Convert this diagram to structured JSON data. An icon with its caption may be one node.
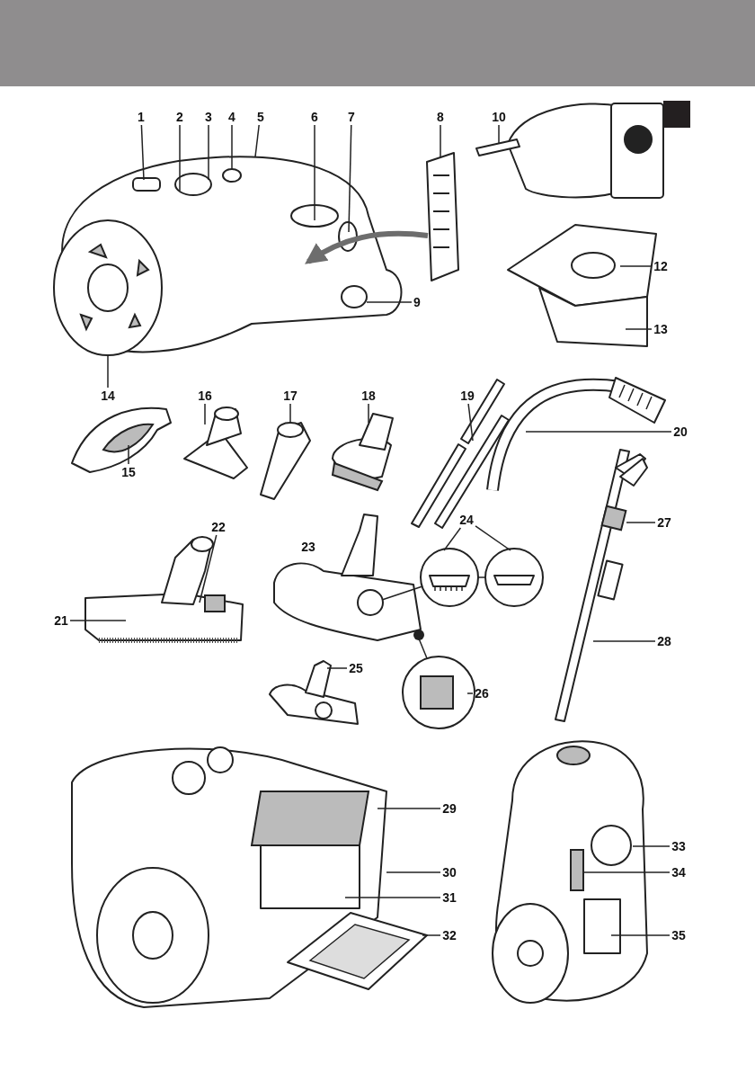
{
  "diagram": {
    "nodes": [
      {
        "text": [
          "1"
        ]
      },
      {
        "text": [
          "2"
        ]
      },
      {
        "text": [
          "3"
        ]
      },
      {
        "text": [
          "4"
        ]
      },
      {
        "text": [
          "5"
        ]
      },
      {
        "text": [
          "6"
        ]
      },
      {
        "text": [
          "7"
        ]
      },
      {
        "text": [
          "8"
        ]
      },
      {
        "text": [
          "9"
        ]
      },
      {
        "text": [
          "10"
        ]
      },
      {
        "text": [
          "12"
        ]
      },
      {
        "text": [
          "13"
        ]
      },
      {
        "text": [
          "14"
        ]
      },
      {
        "text": [
          "15"
        ]
      },
      {
        "text": [
          "16"
        ]
      },
      {
        "text": [
          "17"
        ]
      },
      {
        "text": [
          "18"
        ]
      },
      {
        "text": [
          "19"
        ]
      },
      {
        "text": [
          "20"
        ]
      },
      {
        "text": [
          "21"
        ]
      },
      {
        "text": [
          "22"
        ]
      },
      {
        "text": [
          "23"
        ]
      },
      {
        "text": [
          "24"
        ]
      },
      {
        "text": [
          "25"
        ]
      },
      {
        "text": [
          "26"
        ]
      },
      {
        "text": [
          "27"
        ]
      },
      {
        "text": [
          "28"
        ]
      },
      {
        "text": [
          "29"
        ]
      },
      {
        "text": [
          "30"
        ]
      },
      {
        "text": [
          "31"
        ]
      },
      {
        "text": [
          "32"
        ]
      },
      {
        "text": [
          "33"
        ]
      },
      {
        "text": [
          "34"
        ]
      },
      {
        "text": [
          "35"
        ]
      },
      {
        "text": [],
        "shape": "picture"
      },
      {
        "text": [],
        "shape": "picture"
      },
      {
        "text": [],
        "shape": "picture"
      },
      {
        "text": [],
        "shape": "picture"
      },
      {
        "text": [],
        "shape": "picture"
      },
      {
        "text": [],
        "shape": "picture"
      },
      {
        "text": [],
        "shape": "picture"
      },
      {
        "text": [],
        "shape": "picture"
      },
      {
        "text": [],
        "shape": "picture"
      },
      {
        "text": [],
        "shape": "picture"
      },
      {
        "text": [],
        "shape": "picture"
      },
      {
        "text": [],
        "shape": "picture"
      },
      {
        "text": [],
        "shape": "circle"
      },
      {
        "text": [],
        "shape": "circle"
      },
      {
        "text": [],
        "shape": "picture"
      },
      {
        "text": [],
        "shape": "circle"
      },
      {
        "text": [],
        "shape": "picture"
      },
      {
        "text": [],
        "shape": "picture"
      },
      {
        "text": [],
        "shape": "picture"
      },
      {
        "text": [],
        "shape": "picture"
      }
    ],
    "edges": [
      {
        "from": 0,
        "to": 34,
        "arrow": "none"
      },
      {
        "from": 1,
        "to": 34,
        "arrow": "none"
      },
      {
        "from": 2,
        "to": 34,
        "arrow": "none"
      },
      {
        "from": 3,
        "to": 34,
        "arrow": "none"
      },
      {
        "from": 4,
        "to": 34,
        "arrow": "none"
      },
      {
        "from": 5,
        "to": 34,
        "arrow": "none"
      },
      {
        "from": 6,
        "to": 34,
        "arrow": "none"
      },
      {
        "from": 7,
        "to": 35,
        "arrow": "none"
      },
      {
        "from": 8,
        "to": 34,
        "arrow": "none"
      },
      {
        "from": 9,
        "to": 36,
        "arrow": "none"
      },
      {
        "from": 10,
        "to": 37,
        "arrow": "none"
      },
      {
        "from": 11,
        "to": 37,
        "arrow": "none"
      },
      {
        "from": 12,
        "to": 34,
        "arrow": "none"
      },
      {
        "from": 13,
        "to": 38,
        "arrow": "none"
      },
      {
        "from": 14,
        "to": 39,
        "arrow": "none"
      },
      {
        "from": 15,
        "to": 40,
        "arrow": "none"
      },
      {
        "from": 16,
        "to": 41,
        "arrow": "none"
      },
      {
        "from": 17,
        "to": 42,
        "arrow": "none"
      },
      {
        "from": 18,
        "to": 43,
        "arrow": "none"
      },
      {
        "from": 19,
        "to": 44,
        "arrow": "none"
      },
      {
        "from": 20,
        "to": 44,
        "arrow": "none"
      },
      {
        "from": 22,
        "to": 46,
        "arrow": "none"
      },
      {
        "from": 22,
        "to": 47,
        "arrow": "none"
      },
      {
        "from": 23,
        "to": 48,
        "arrow": "none"
      },
      {
        "from": 24,
        "to": 49,
        "arrow": "none"
      },
      {
        "from": 25,
        "to": 50,
        "arrow": "none"
      },
      {
        "from": 26,
        "to": 50,
        "arrow": "none"
      },
      {
        "from": 27,
        "to": 51,
        "arrow": "none"
      },
      {
        "from": 28,
        "to": 51,
        "arrow": "none"
      },
      {
        "from": 29,
        "to": 51,
        "arrow": "none"
      },
      {
        "from": 30,
        "to": 52,
        "arrow": "none"
      },
      {
        "from": 31,
        "to": 53,
        "arrow": "none"
      },
      {
        "from": 32,
        "to": 53,
        "arrow": "none"
      },
      {
        "from": 33,
        "to": 53,
        "arrow": "none"
      },
      {
        "from": 35,
        "to": 34,
        "arrow": "to",
        "style": "thick",
        "color": "#6d6d6d"
      },
      {
        "from": 45,
        "to": 46,
        "arrow": "none"
      },
      {
        "from": 49,
        "to": 45,
        "arrow": "none"
      },
      {
        "from": 46,
        "to": 47,
        "arrow": "none"
      }
    ]
  }
}
